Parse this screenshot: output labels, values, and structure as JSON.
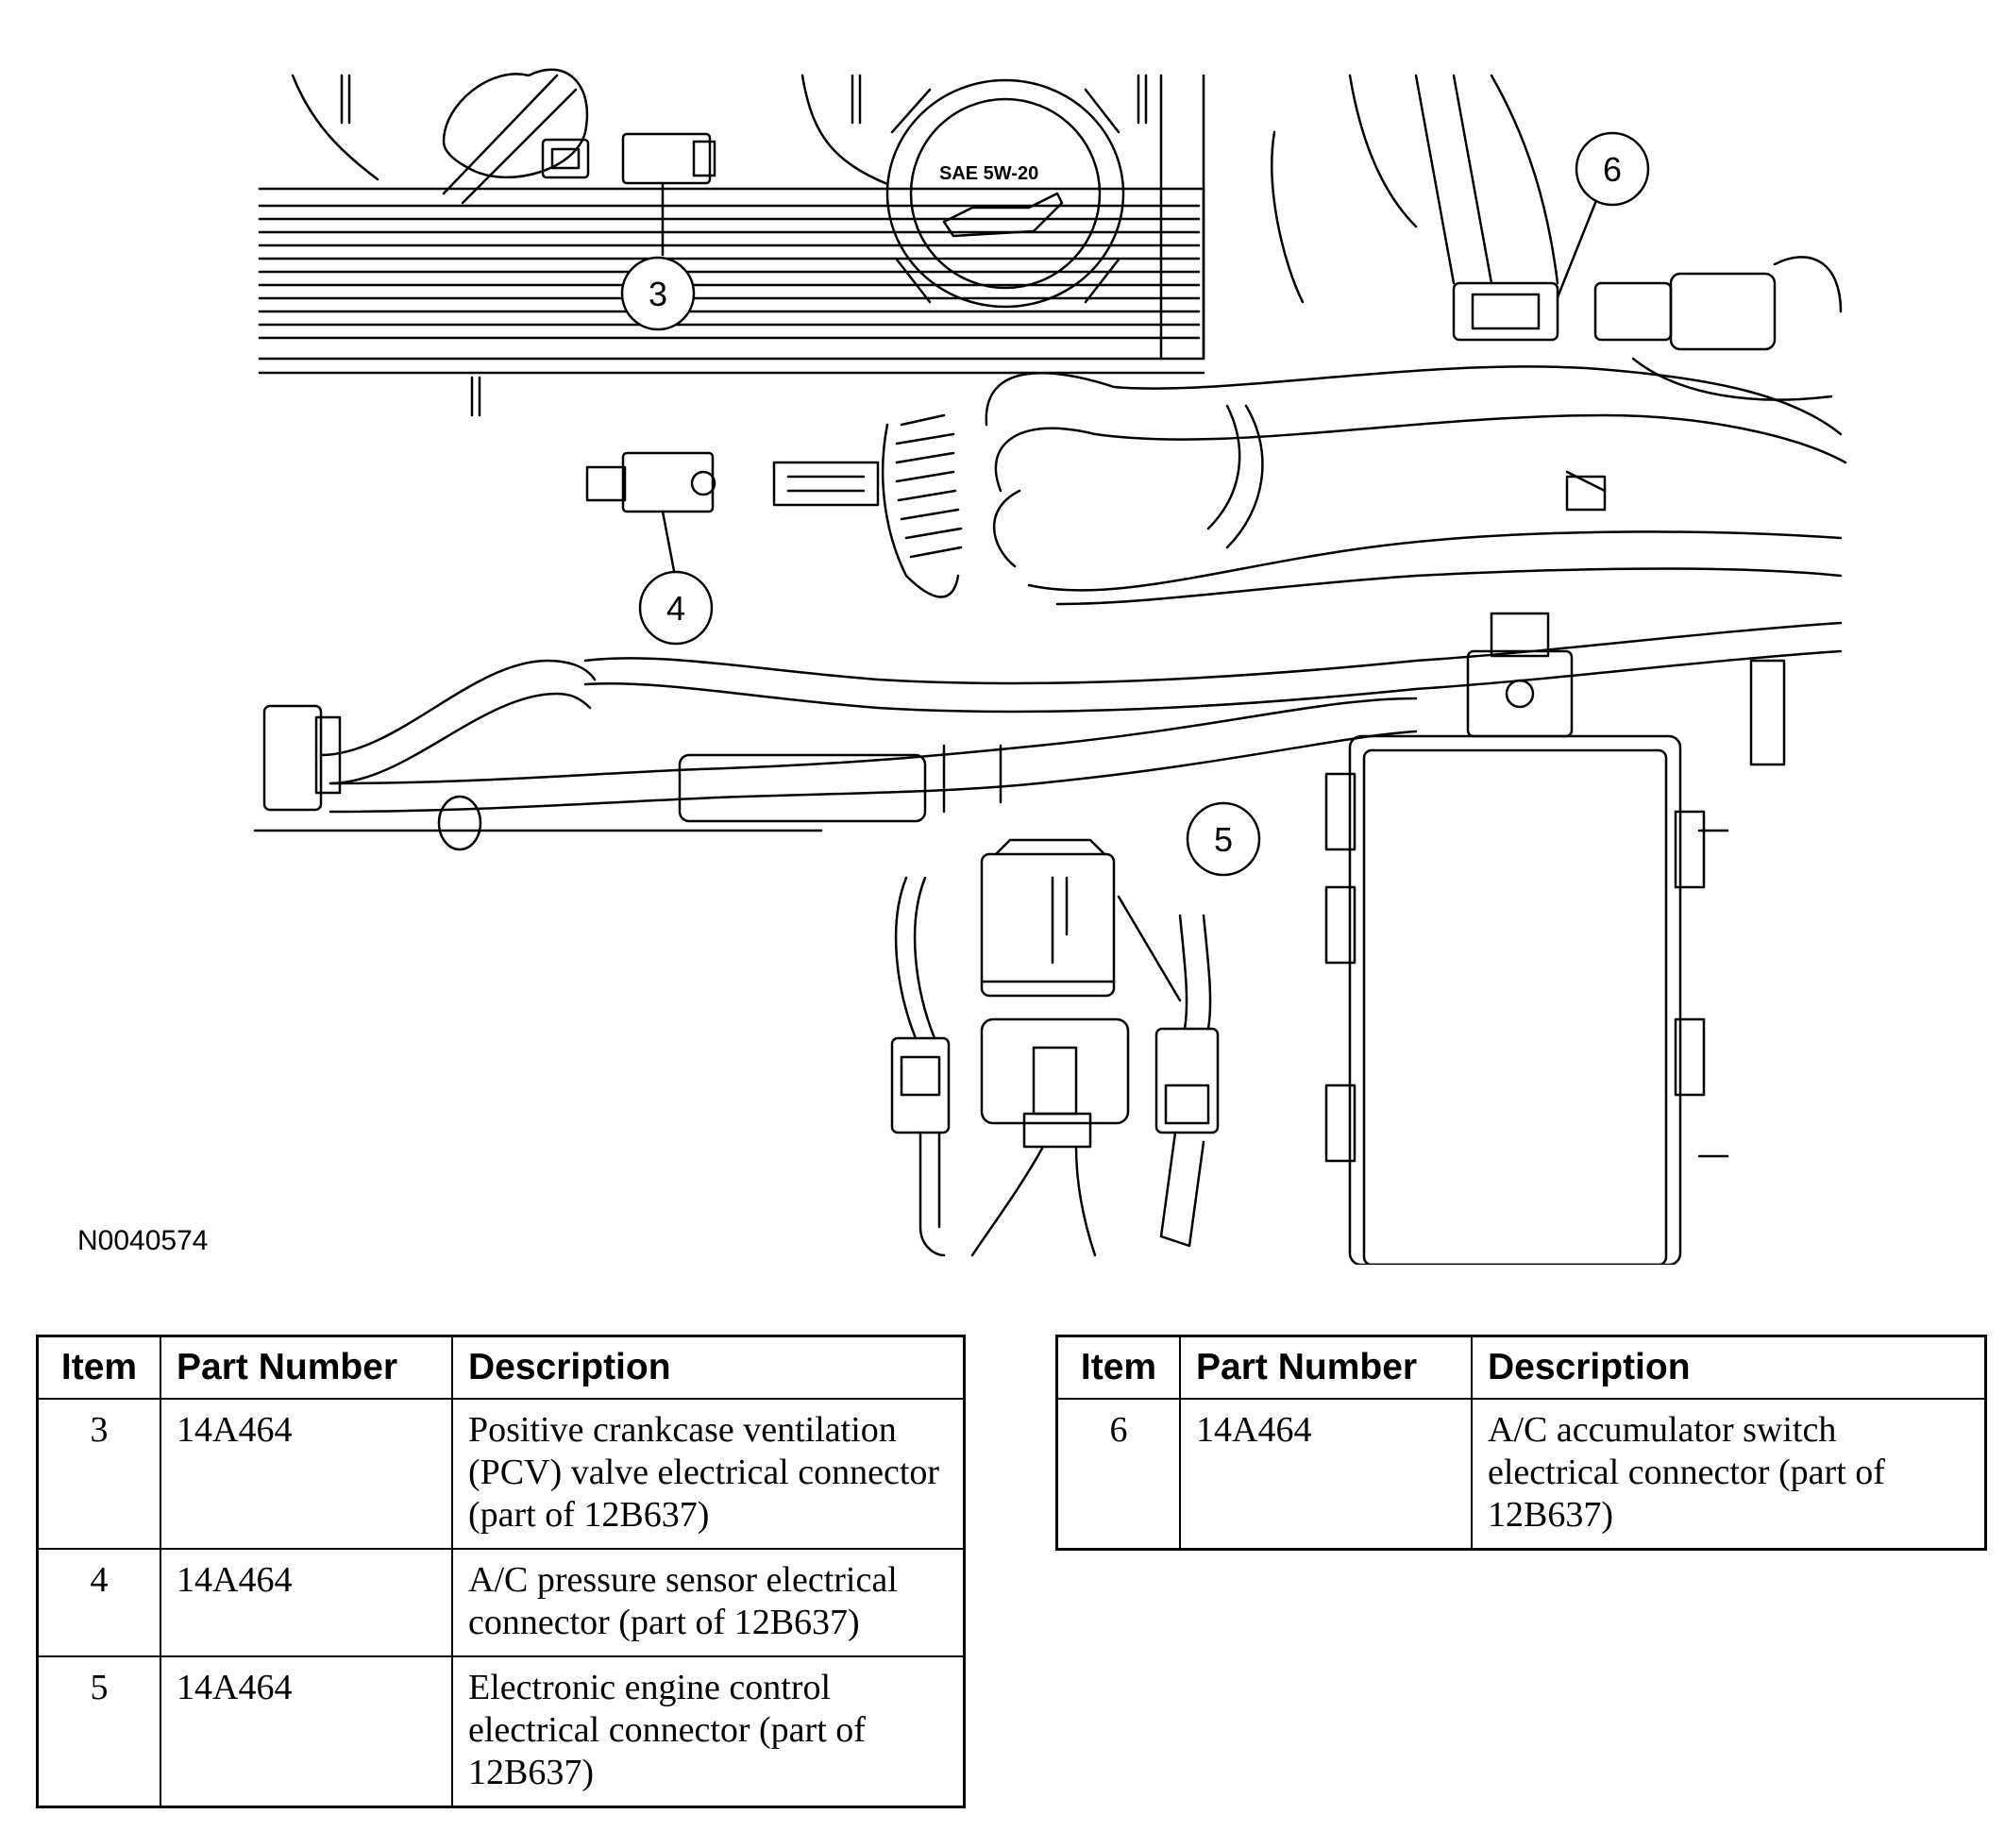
{
  "figure": {
    "code": "N0040574",
    "cap_text": "SAE 5W-20",
    "callouts": [
      "3",
      "4",
      "5",
      "6"
    ]
  },
  "tables": {
    "left": {
      "headers": [
        "Item",
        "Part Number",
        "Description"
      ],
      "rows": [
        {
          "item": "3",
          "part": "14A464",
          "desc": "Positive crankcase ventilation (PCV) valve electrical connector (part of 12B637)"
        },
        {
          "item": "4",
          "part": "14A464",
          "desc": "A/C pressure sensor electrical connector (part of 12B637)"
        },
        {
          "item": "5",
          "part": "14A464",
          "desc": "Electronic engine control electrical connector (part of 12B637)"
        }
      ]
    },
    "right": {
      "headers": [
        "Item",
        "Part Number",
        "Description"
      ],
      "rows": [
        {
          "item": "6",
          "part": "14A464",
          "desc": "A/C accumulator switch electrical connector (part of 12B637)"
        }
      ]
    }
  }
}
